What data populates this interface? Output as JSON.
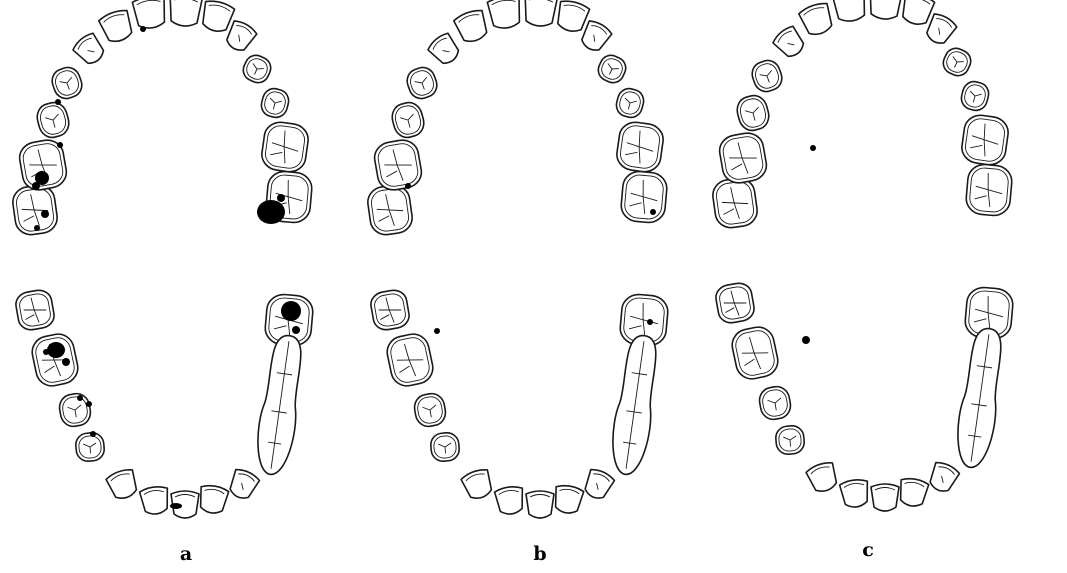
{
  "figure": {
    "panels": [
      {
        "id": "a",
        "label": "a"
      },
      {
        "id": "b",
        "label": "b"
      },
      {
        "id": "c",
        "label": "c"
      }
    ],
    "colors": {
      "outline": "#1a1a1a",
      "lesion": "#000000",
      "background": "#ffffff"
    },
    "icons": [
      "upper-dental-arch",
      "lower-dental-arch",
      "molar",
      "premolar",
      "canine",
      "incisor",
      "caries-lesion"
    ]
  }
}
